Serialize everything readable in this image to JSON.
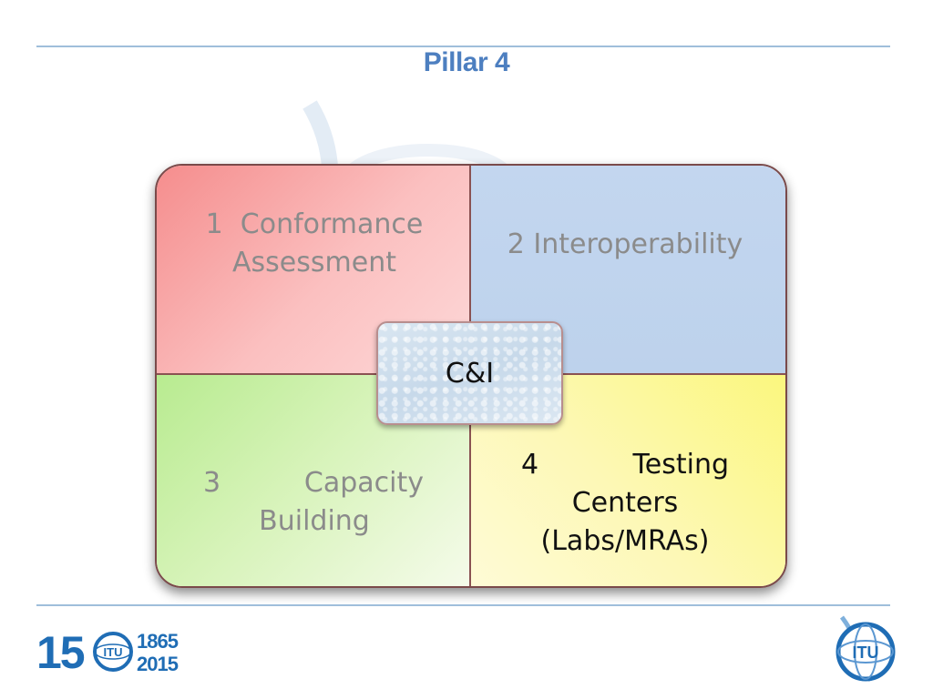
{
  "slide": {
    "title": "Pillar 4"
  },
  "quadrants": {
    "q1": {
      "line1": "1  Conformance",
      "line2": "Assessment"
    },
    "q2": {
      "line1": "2 Interoperability"
    },
    "q3": {
      "num": "3",
      "word": "Capacity",
      "line2": "Building"
    },
    "q4": {
      "num": "4",
      "word": "Testing",
      "line2": "Centers",
      "line3": "(Labs/MRAs)"
    }
  },
  "center": {
    "label": "C&I"
  },
  "footer": {
    "anniversary": {
      "big": "15",
      "globe_text": "ITU",
      "year_start": "1865",
      "year_end": "2015"
    },
    "itu_logo_text": "ITU"
  },
  "colors": {
    "title": "#4d7fc0",
    "rule": "#9fbedb",
    "q1": "#f58d8d",
    "q2": "#c3d6ef",
    "q3": "#b8eb90",
    "q4": "#fbf77e",
    "itu_blue": "#1f6db5"
  },
  "icons": [
    "itu-anniversary-logo",
    "itu-globe-logo",
    "itu-watermark"
  ]
}
